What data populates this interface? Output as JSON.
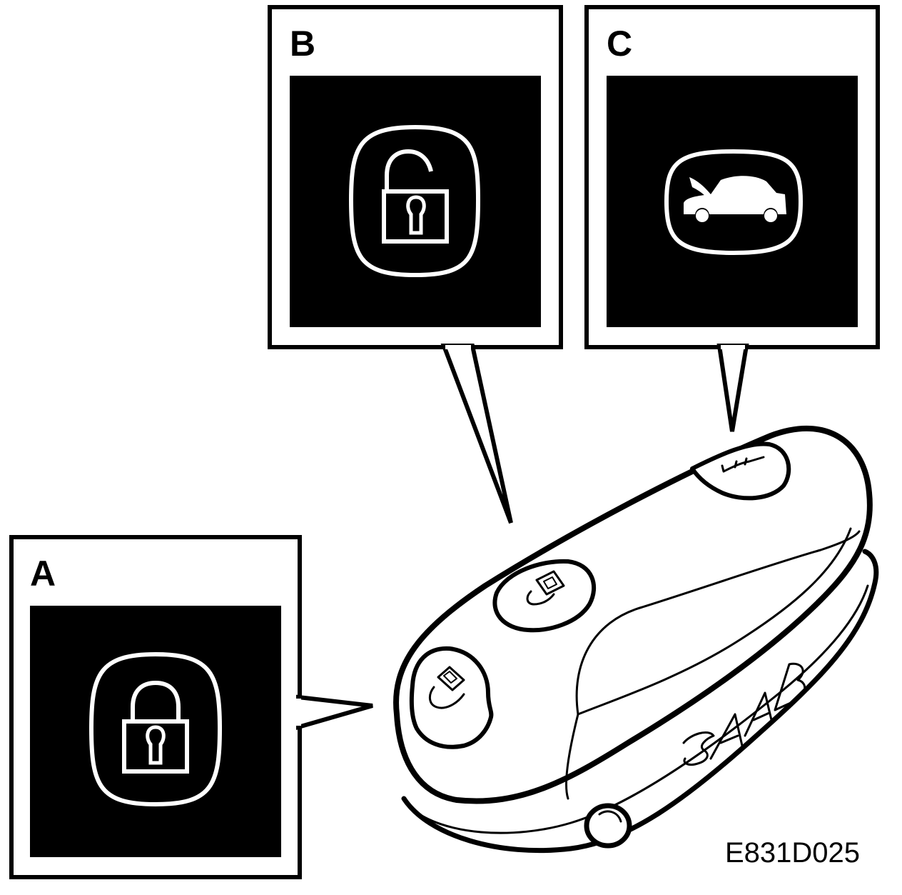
{
  "callouts": {
    "a": {
      "letter": "A",
      "button": "lock-icon"
    },
    "b": {
      "letter": "B",
      "button": "unlock-icon"
    },
    "c": {
      "letter": "C",
      "button": "trunk-icon"
    }
  },
  "figure_code": "E831D025",
  "colors": {
    "ink": "#000000",
    "paper": "#ffffff"
  }
}
